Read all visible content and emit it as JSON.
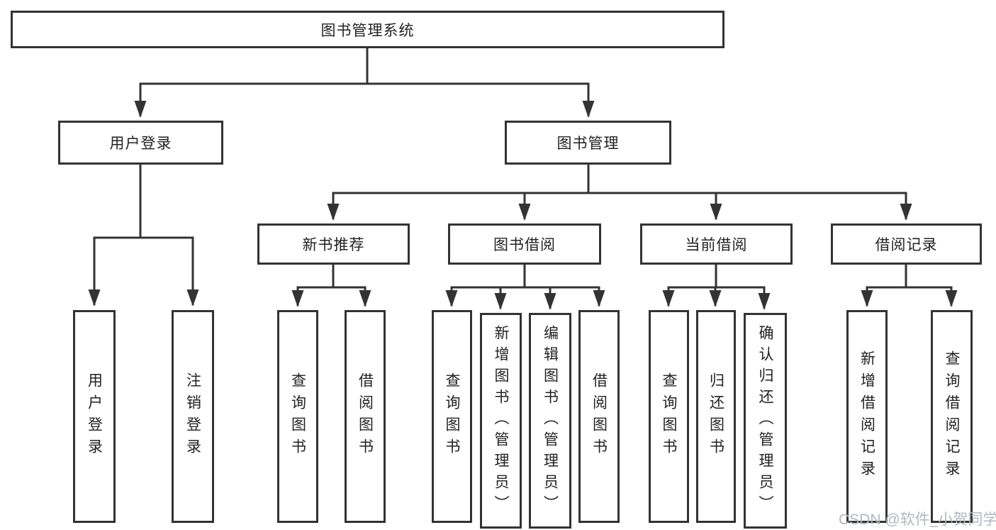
{
  "nodes": {
    "root": "图书管理系统",
    "user_login": "用户登录",
    "book_management": "图书管理",
    "new_book_recommend": "新书推荐",
    "book_borrow": "图书借阅",
    "current_borrow": "当前借阅",
    "borrow_records": "借阅记录",
    "leaf_user_login": "用户登录",
    "leaf_logout_login": "注销登录",
    "leaf_query_books_recommend": "查询图书",
    "leaf_borrow_books_recommend": "借阅图书",
    "leaf_query_books_borrow": "查询图书",
    "leaf_add_book_admin": "新增图书（管理员）",
    "leaf_edit_book_admin": "编辑图书（管理员）",
    "leaf_borrow_books_borrow": "借阅图书",
    "leaf_query_books_current": "查询图书",
    "leaf_return_book": "归还图书",
    "leaf_confirm_return_admin": "确认归还（管理员）",
    "leaf_add_borrow_record": "新增借阅记录",
    "leaf_query_borrow_record": "查询借阅记录"
  },
  "watermark": "CSDN @软件_小贺同学",
  "colors": {
    "line": "#333333",
    "box_border": "#333333",
    "text": "#222222",
    "watermark": "#b4b7c0",
    "background": "#ffffff"
  }
}
